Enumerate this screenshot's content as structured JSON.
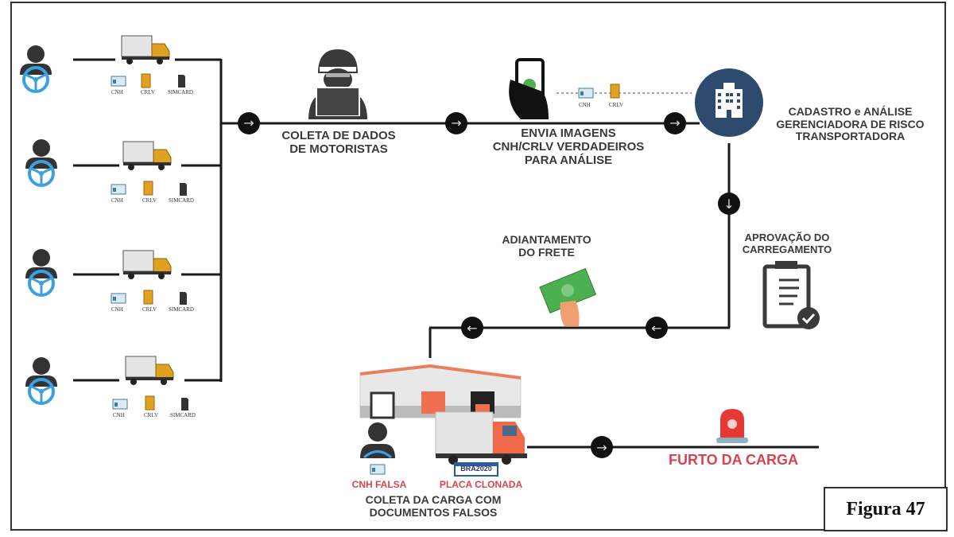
{
  "figure_label": "Figura 47",
  "drivers": [
    {
      "docs": [
        "CNH",
        "CRLV",
        "SIMCARD"
      ]
    },
    {
      "docs": [
        "CNH",
        "CRLV",
        "SIMCARD"
      ]
    },
    {
      "docs": [
        "CNH",
        "CRLV",
        "SIMCARD"
      ]
    },
    {
      "docs": [
        "CNH",
        "CRLV",
        "SIMCARD"
      ]
    }
  ],
  "steps": {
    "collect_data": {
      "line1": "COLETA DE DADOS",
      "line2": "DE MOTORISTAS"
    },
    "send_images": {
      "line1": "ENVIA IMAGENS",
      "line2": "CNH/CRLV VERDADEIROS",
      "line3": "PARA ANÁLISE",
      "docs": [
        "CNH",
        "CRLV"
      ]
    },
    "registration": {
      "line1": "CADASTRO e ANÁLISE",
      "line2": "GERENCIADORA DE RISCO",
      "line3": "TRANSPORTADORA"
    },
    "approval": {
      "line1": "APROVAÇÃO DO",
      "line2": "CARREGAMENTO"
    },
    "advance": {
      "line1": "ADIANTAMENTO",
      "line2": "DO FRETE"
    },
    "pickup": {
      "fake_license": "CNH FALSA",
      "cloned_plate": "PLACA CLONADA",
      "plate_text": "BRA2020",
      "line1": "COLETA DA CARGA COM",
      "line2": "DOCUMENTOS FALSOS"
    },
    "theft": {
      "label": "FURTO DA CARGA"
    }
  },
  "colors": {
    "line": "#1a1a1a",
    "text": "#3a3a3a",
    "accent_red": "#d9434f",
    "building_circle": "#2e4a6e",
    "wheel_blue": "#3aa0e0",
    "truck_orange": "#e0a020",
    "money_green": "#4caf50"
  }
}
